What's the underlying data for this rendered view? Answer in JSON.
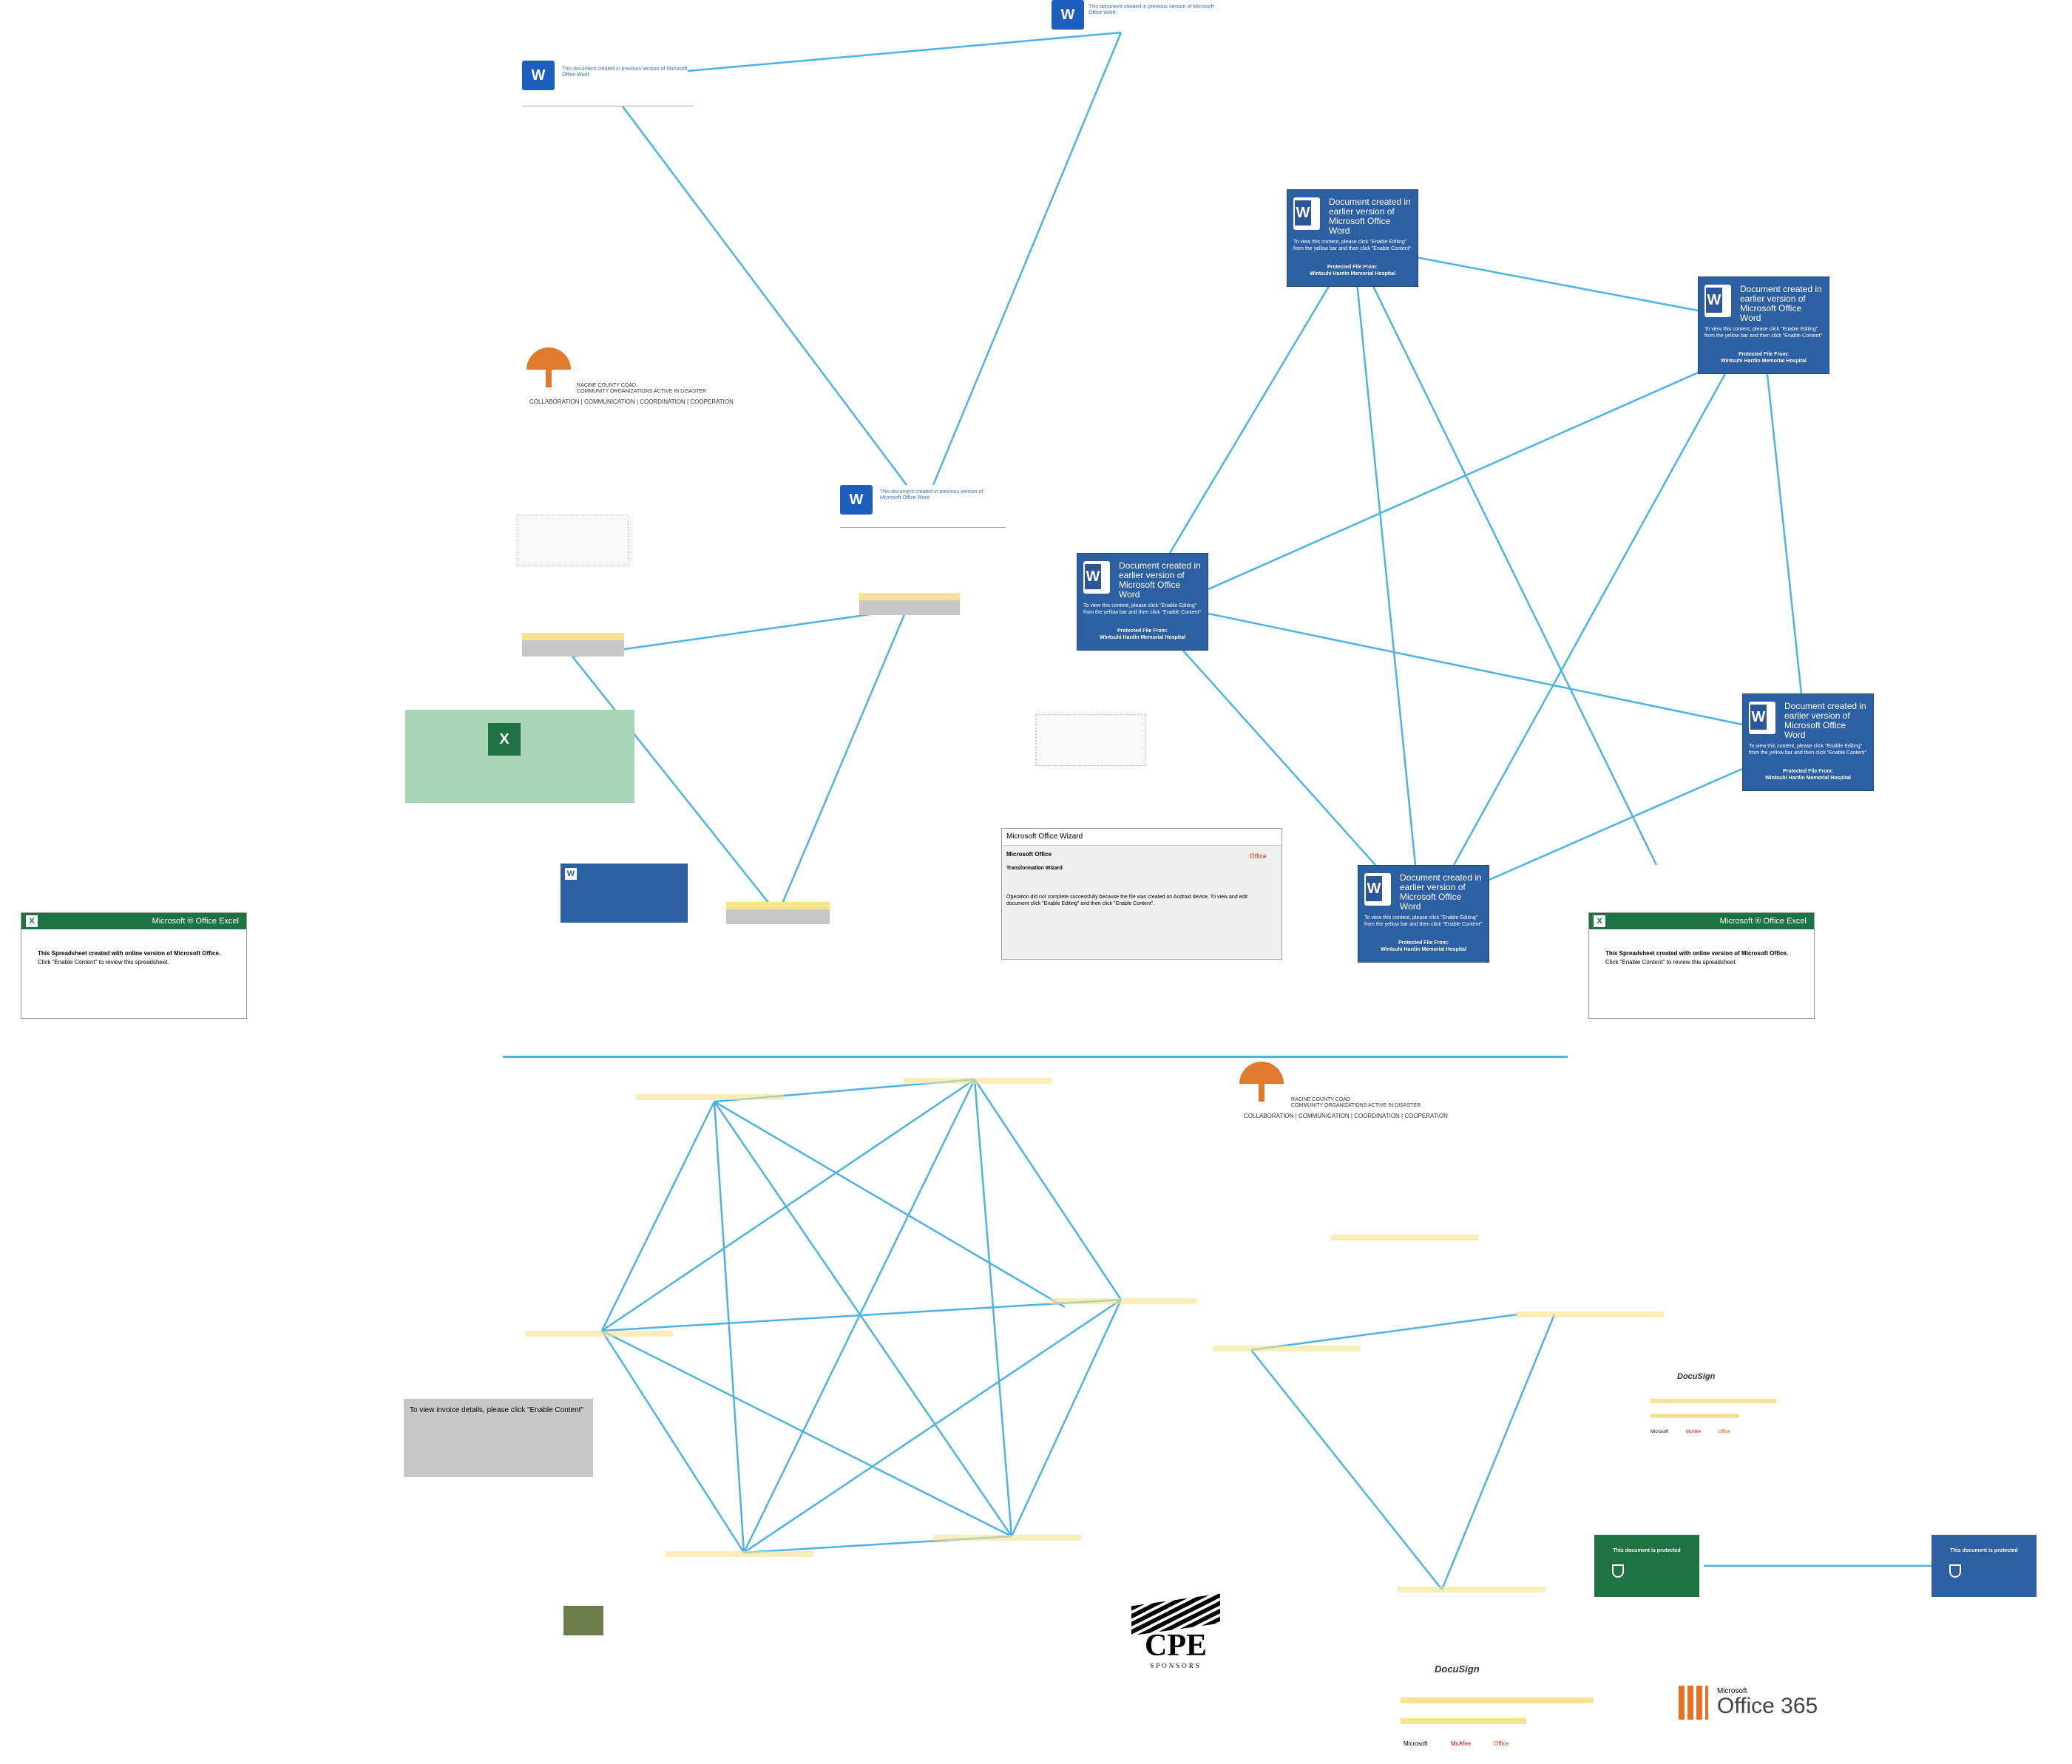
{
  "colors": {
    "edge": "#4db3e6",
    "word_blue": "#2d5fa3",
    "excel_green": "#1f7244"
  },
  "word_tiles": {
    "title": "Document created in earlier version of Microsoft Office Word",
    "sub1": "To view this content, please click \"Enable Editing\" from the yellow bar and then click \"Enable Content\"",
    "protected": "Protected File From:",
    "org": "Wintsuhi Hardin Memorial Hospital"
  },
  "small_word": {
    "title": "This document created in previous version of Microsoft Office Word"
  },
  "excel_card": {
    "title": "Microsoft ® Office Excel",
    "line1": "This Spreadsheet created with online version of Microsoft Office.",
    "line2": "Click \"Enable Content\" to review this spreadsheet."
  },
  "wizard": {
    "title": "Microsoft Office Wizard",
    "product": "Microsoft Office",
    "sub": "Transformation Wizard",
    "office": "Office",
    "msg": "Operation did not complete successfully because the file was created on Android device. To view and edit document click \"Enable Editing\" and then click \"Enable Content\"."
  },
  "racine": {
    "name": "RACINE COUNTY COAD",
    "sub": "COMMUNITY ORGANIZATIONS ACTIVE IN DISASTER",
    "tag": "COLLABORATION | COMMUNICATION | COORDINATION | COOPERATION"
  },
  "invoice": {
    "msg": "To view invoice details, please click \"Enable Content\""
  },
  "protected_doc": {
    "label": "This document is protected"
  },
  "docusign": {
    "brand": "DocuSign",
    "ms": "Microsoft",
    "mcafee": "McAfee",
    "office": "Office"
  },
  "cpe": {
    "main": "CPE",
    "sub": "SPONSORS"
  },
  "o365": {
    "brand": "Microsoft",
    "product": "Office 365"
  }
}
